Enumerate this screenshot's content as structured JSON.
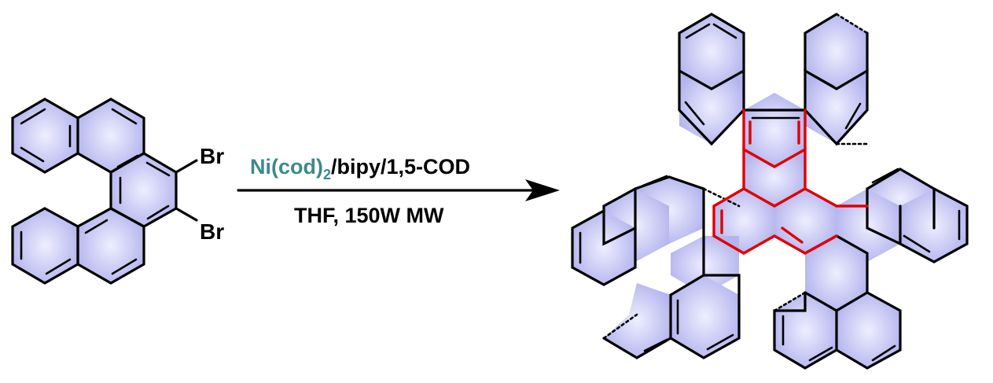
{
  "reactant": {
    "substituent_top": "Br",
    "substituent_bottom": "Br"
  },
  "arrow": {
    "catalyst": "Ni(cod)",
    "catalyst_subscript": "2",
    "reagents_rest": "/bipy/1,5-COD",
    "conditions": "THF, 150W MW"
  },
  "colors": {
    "ring_fill": "#c8c8f4",
    "ring_center": "#eeeeff",
    "new_bond": "#e00000",
    "catalyst_text": "#3d8a8a"
  }
}
